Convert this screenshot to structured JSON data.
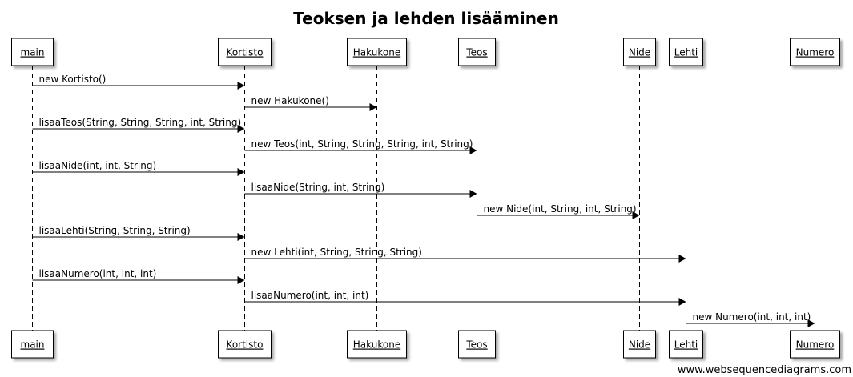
{
  "title": "Teoksen ja lehden lisääminen",
  "watermark": "www.websequencediagrams.com",
  "participants": [
    {
      "id": "main",
      "label": "main"
    },
    {
      "id": "kortisto",
      "label": "Kortisto"
    },
    {
      "id": "hakukone",
      "label": "Hakukone"
    },
    {
      "id": "teos",
      "label": "Teos"
    },
    {
      "id": "nide",
      "label": "Nide"
    },
    {
      "id": "lehti",
      "label": "Lehti"
    },
    {
      "id": "numero",
      "label": "Numero"
    }
  ],
  "messages": [
    {
      "from": "main",
      "to": "kortisto",
      "label": "new Kortisto()"
    },
    {
      "from": "kortisto",
      "to": "hakukone",
      "label": "new Hakukone()"
    },
    {
      "from": "main",
      "to": "kortisto",
      "label": "lisaaTeos(String, String, String, int, String)"
    },
    {
      "from": "kortisto",
      "to": "teos",
      "label": "new Teos(int, String, String, String, int, String)"
    },
    {
      "from": "main",
      "to": "kortisto",
      "label": "lisaaNide(int, int, String)"
    },
    {
      "from": "kortisto",
      "to": "teos",
      "label": "lisaaNide(String, int, String)"
    },
    {
      "from": "teos",
      "to": "nide",
      "label": "new Nide(int, String, int, String)"
    },
    {
      "from": "main",
      "to": "kortisto",
      "label": "lisaaLehti(String, String, String)"
    },
    {
      "from": "kortisto",
      "to": "lehti",
      "label": "new Lehti(int, String, String, String)"
    },
    {
      "from": "main",
      "to": "kortisto",
      "label": "lisaaNumero(int, int, int)"
    },
    {
      "from": "kortisto",
      "to": "lehti",
      "label": "lisaaNumero(int, int, int)"
    },
    {
      "from": "lehti",
      "to": "numero",
      "label": "new Numero(int, int, int)"
    }
  ]
}
